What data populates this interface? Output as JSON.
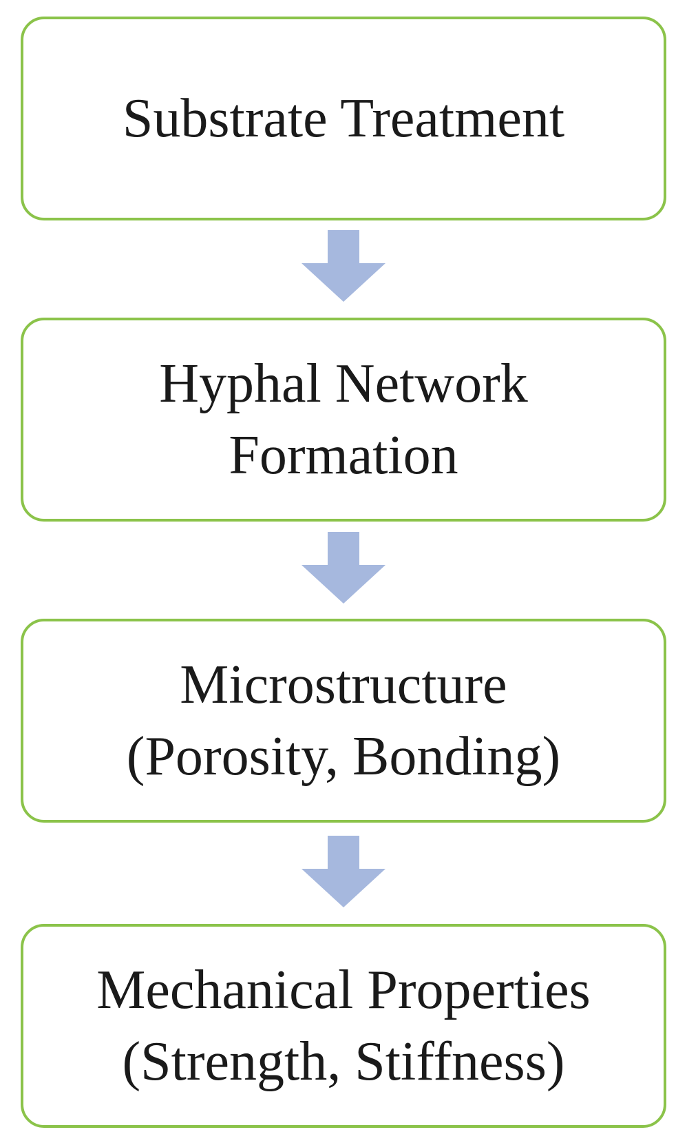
{
  "diagram": {
    "arrow_color": "#a6b8de",
    "box_border_color": "#8bc34a",
    "steps": [
      {
        "lines": [
          "Substrate Treatment"
        ]
      },
      {
        "lines": [
          "Hyphal Network",
          "Formation"
        ]
      },
      {
        "lines": [
          "Microstructure",
          "(Porosity, Bonding)"
        ]
      },
      {
        "lines": [
          "Mechanical Properties",
          "(Strength, Stiffness)"
        ]
      }
    ]
  }
}
